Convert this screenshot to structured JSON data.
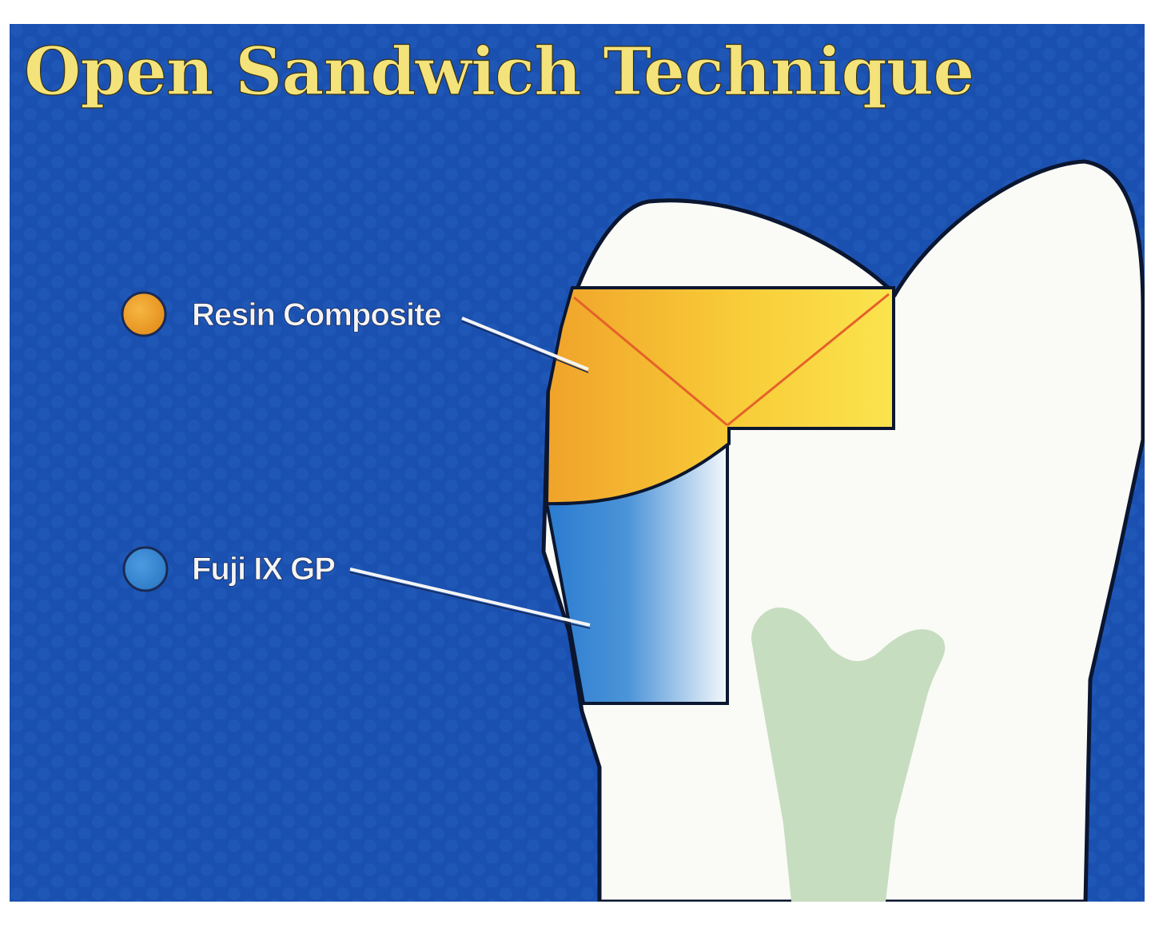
{
  "title": "Open Sandwich Technique",
  "legend": [
    {
      "label": "Resin Composite",
      "color": "#f0a32a"
    },
    {
      "label": "Fuji IX GP",
      "color": "#3f8fd6"
    }
  ],
  "colors": {
    "background": "#1a50b0",
    "tooth": "#fafaf6",
    "pulp": "#c6ddc0",
    "composite_light": "#fbe44e",
    "composite_dark": "#f0a32a",
    "glass_ionomer_dark": "#2a7bd0",
    "glass_ionomer_light": "#f4f8fb",
    "diagonal_lines": "#e4622a"
  }
}
